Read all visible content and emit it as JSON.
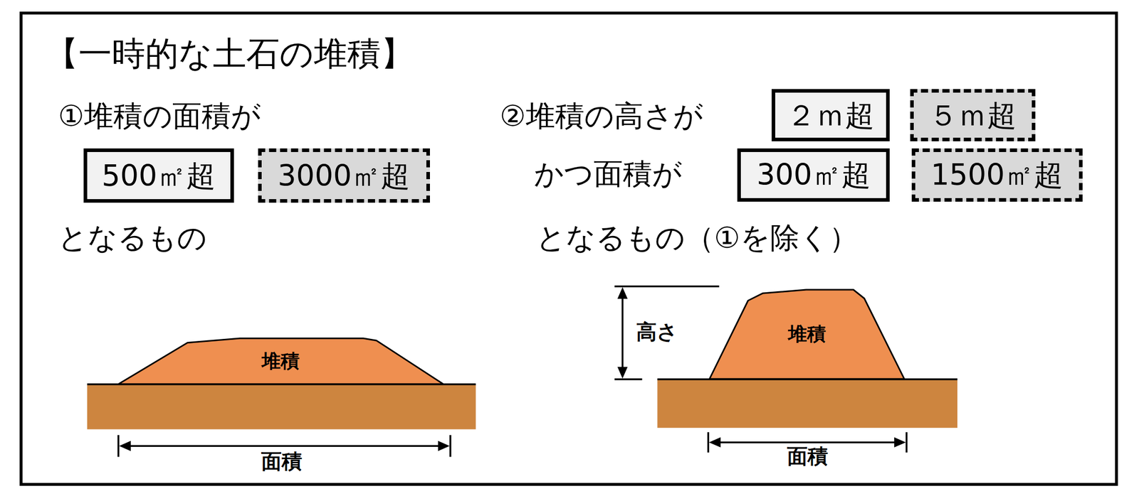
{
  "diagram": {
    "title": "【一時的な土石の堆積】",
    "nodes": [
      {
        "text": [
          "500㎡超"
        ]
      },
      {
        "text": [
          "3000㎡超"
        ]
      },
      {
        "text": [
          "２ｍ超"
        ]
      },
      {
        "text": [
          "５ｍ超"
        ]
      },
      {
        "text": [
          "300㎡超"
        ]
      },
      {
        "text": [
          "1500㎡超"
        ]
      },
      {
        "text": [
          "堆積"
        ]
      },
      {
        "text": [
          "堆積"
        ]
      }
    ],
    "labels": [
      "①堆積の面積が",
      "となるもの",
      "②堆積の高さが",
      "かつ面積が",
      "となるもの（①を除く）",
      "面積",
      "高さ",
      "面積"
    ]
  }
}
